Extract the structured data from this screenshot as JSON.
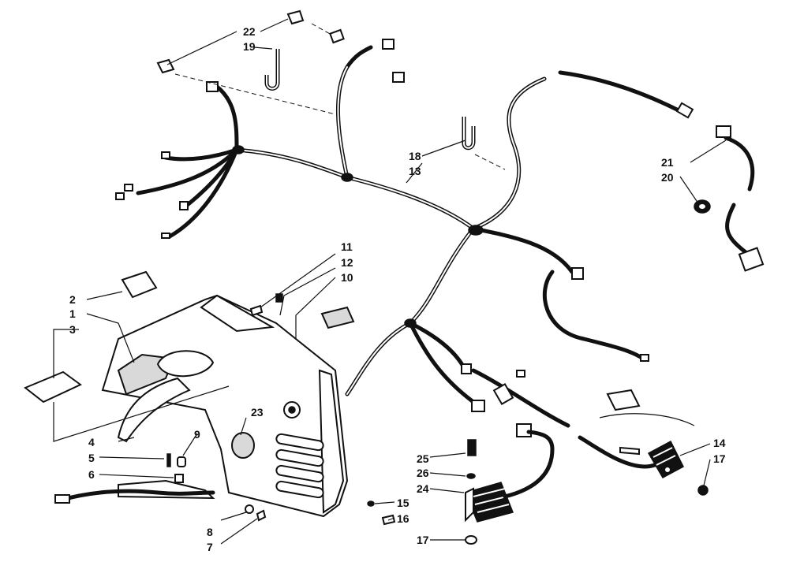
{
  "callouts": {
    "c1": "1",
    "c2": "2",
    "c3": "3",
    "c4": "4",
    "c5": "5",
    "c6": "6",
    "c7": "7",
    "c8": "8",
    "c9": "9",
    "c10": "10",
    "c11": "11",
    "c12": "12",
    "c13": "13",
    "c14": "14",
    "c15": "15",
    "c16": "16",
    "c17a": "17",
    "c17b": "17",
    "c18": "18",
    "c19": "19",
    "c20": "20",
    "c21": "21",
    "c22": "22",
    "c23": "23",
    "c24": "24",
    "c25": "25",
    "c26": "26"
  }
}
